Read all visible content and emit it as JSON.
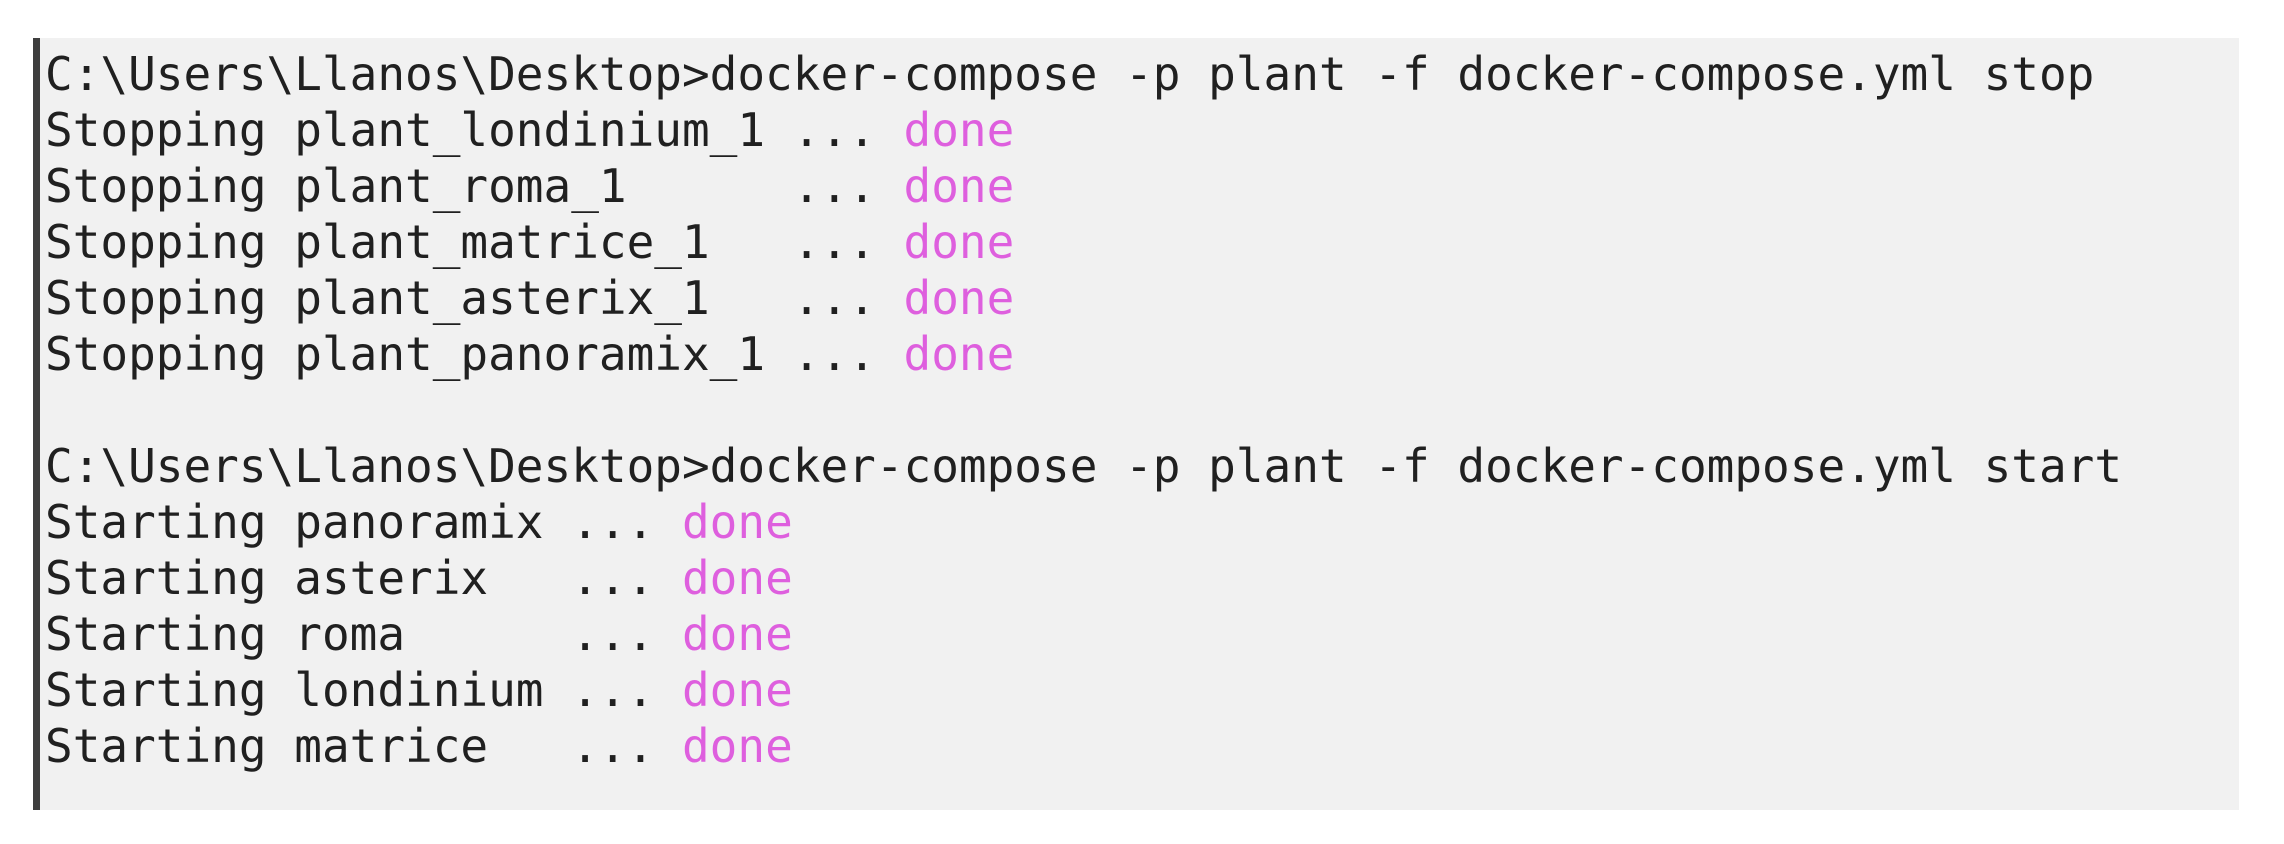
{
  "terminal": {
    "colors": {
      "background": "#f1f1f1",
      "window_border": "#3e3e3e",
      "text": "#202020",
      "status_done": "#de5fde"
    },
    "blocks": [
      {
        "command": "C:\\Users\\Llanos\\Desktop>docker-compose -p plant -f docker-compose.yml stop",
        "lines": [
          {
            "text": "Stopping plant_londinium_1 ... ",
            "status": "done"
          },
          {
            "text": "Stopping plant_roma_1      ... ",
            "status": "done"
          },
          {
            "text": "Stopping plant_matrice_1   ... ",
            "status": "done"
          },
          {
            "text": "Stopping plant_asterix_1   ... ",
            "status": "done"
          },
          {
            "text": "Stopping plant_panoramix_1 ... ",
            "status": "done"
          }
        ]
      },
      {
        "command": "C:\\Users\\Llanos\\Desktop>docker-compose -p plant -f docker-compose.yml start",
        "lines": [
          {
            "text": "Starting panoramix ... ",
            "status": "done"
          },
          {
            "text": "Starting asterix   ... ",
            "status": "done"
          },
          {
            "text": "Starting roma      ... ",
            "status": "done"
          },
          {
            "text": "Starting londinium ... ",
            "status": "done"
          },
          {
            "text": "Starting matrice   ... ",
            "status": "done"
          }
        ]
      }
    ]
  }
}
